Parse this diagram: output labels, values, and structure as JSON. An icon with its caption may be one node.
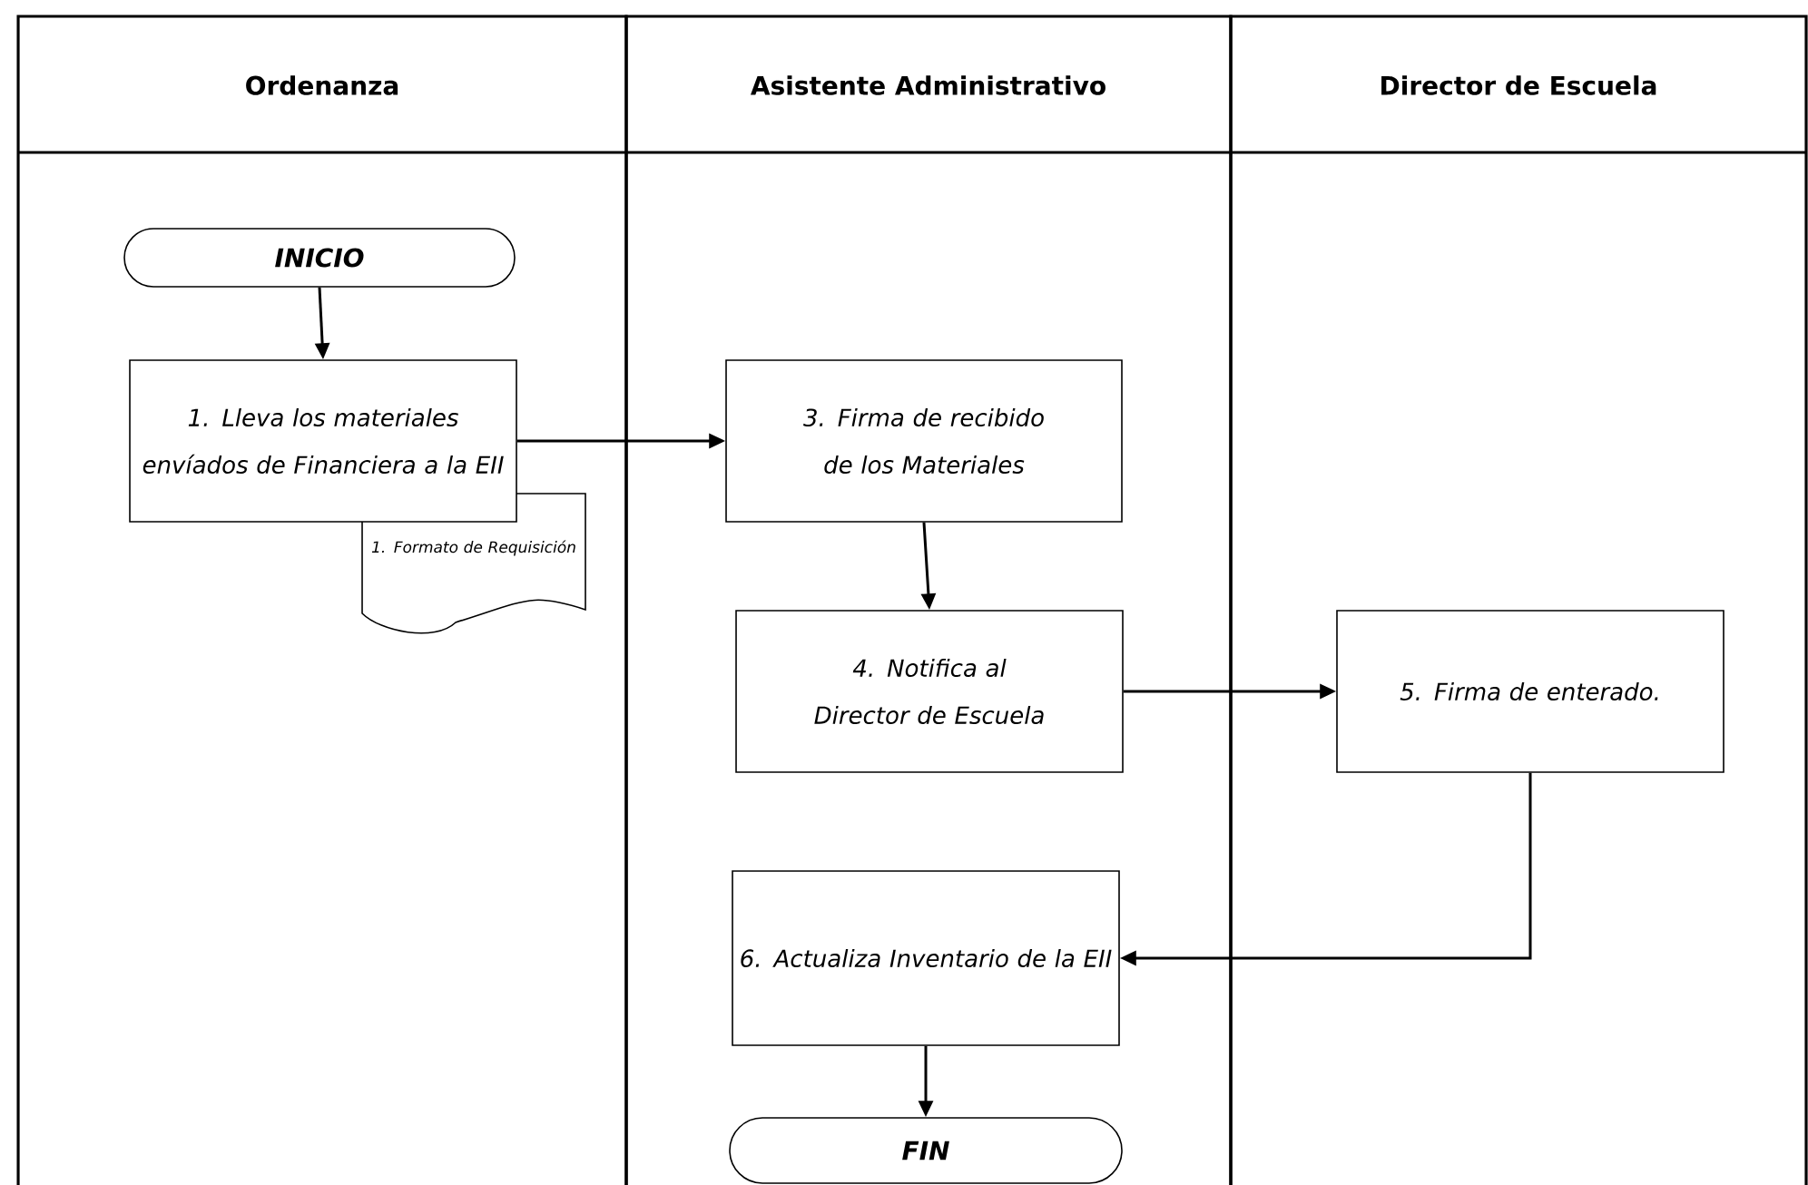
{
  "diagram": {
    "nodes": [
      {
        "text": [
          "Ordenanza"
        ]
      },
      {
        "text": [
          "Asistente Administrativo"
        ]
      },
      {
        "text": [
          "Director de Escuela"
        ]
      },
      {
        "text": [
          "INICIO"
        ],
        "in": 0
      },
      {
        "text": [
          "1. Lleva los materiales envíados de Financiera a la EII"
        ],
        "in": 0
      },
      {
        "text": [
          "1. Formato de Requisición"
        ],
        "in": 0
      },
      {
        "text": [
          "3. Firma de recibido de los Materiales"
        ],
        "in": 1
      },
      {
        "text": [
          "4. Notifica al Director de Escuela"
        ],
        "in": 1
      },
      {
        "text": [
          "5. Firma de enterado."
        ],
        "in": 2
      },
      {
        "text": [
          "6. Actualiza Inventario de la EII"
        ],
        "in": 1
      },
      {
        "text": [
          "FIN"
        ],
        "in": 1
      }
    ],
    "edges": [
      {
        "from": 3,
        "to": 4,
        "arrow": "to"
      },
      {
        "from": 4,
        "to": 6,
        "arrow": "to"
      },
      {
        "from": 6,
        "to": 7,
        "arrow": "to"
      },
      {
        "from": 7,
        "to": 8,
        "arrow": "to"
      },
      {
        "from": 8,
        "to": 9,
        "arrow": "to"
      },
      {
        "from": 9,
        "to": 10,
        "arrow": "to"
      }
    ]
  }
}
